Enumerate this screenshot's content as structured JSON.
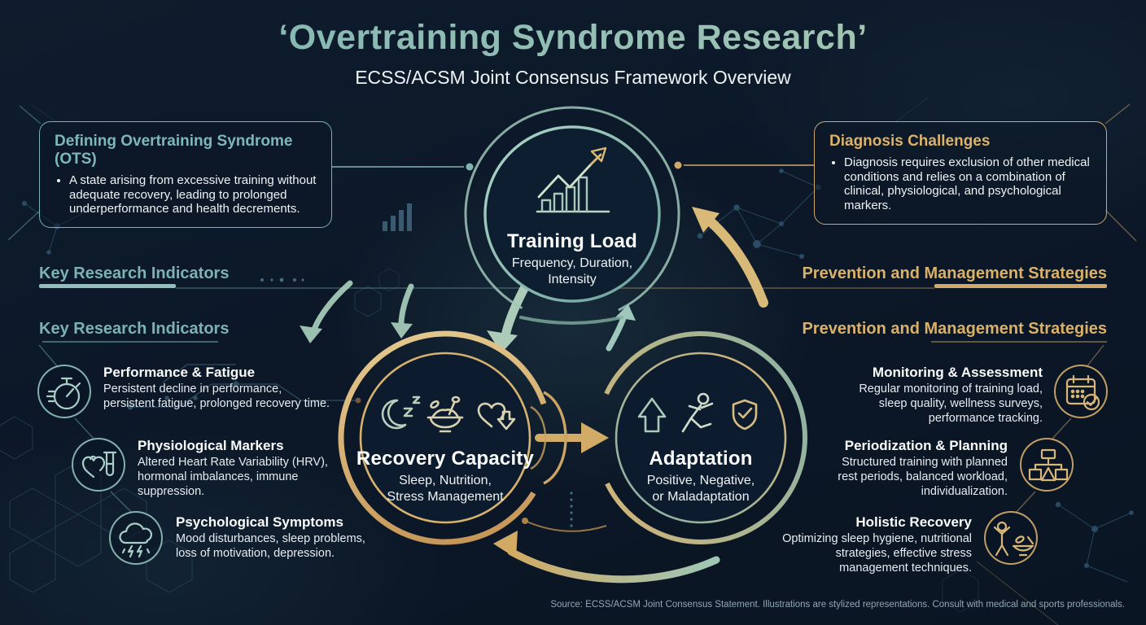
{
  "header": {
    "title": "‘Overtraining Syndrome Research’",
    "subtitle": "ECSS/ACSM Joint Consensus Framework Overview"
  },
  "colors": {
    "background": "#0c1828",
    "teal_accent": "#7cb2b1",
    "gold_accent": "#d9b168",
    "text": "#eef3f5"
  },
  "callouts": {
    "defining": {
      "title": "Defining Overtraining Syndrome (OTS)",
      "bullet": "A state arising from excessive training without adequate recovery, leading to prolonged underperformance and health decrements."
    },
    "diagnosis": {
      "title": "Diagnosis Challenges",
      "bullet": "Diagnosis requires exclusion of other medical conditions and relies on a combination of clinical, physiological, and psychological markers."
    }
  },
  "cycle": [
    {
      "label": "Training Load",
      "sublabel": "Frequency, Duration,\nIntensity",
      "icon": "growth-chart-icon"
    },
    {
      "label": "Recovery Capacity",
      "sublabel": "Sleep, Nutrition,\nStress Management",
      "icon": "sleep-nutrition-stress-icons"
    },
    {
      "label": "Adaptation",
      "sublabel": "Positive, Negative,\nor Maladaptation",
      "icon": "arrow-runner-shield-icons"
    }
  ],
  "left_section": {
    "heading": "Key Research Indicators",
    "items": [
      {
        "title": "Performance & Fatigue",
        "body": "Persistent decline in performance,\npersistent fatigue, prolonged recovery time.",
        "icon": "stopwatch-icon"
      },
      {
        "title": "Physiological Markers",
        "body": "Altered Heart Rate Variability (HRV),\nhormonal imbalances, immune\nsuppression.",
        "icon": "heart-testtube-icon"
      },
      {
        "title": "Psychological Symptoms",
        "body": "Mood disturbances, sleep problems,\nloss of motivation, depression.",
        "icon": "storm-cloud-icon"
      }
    ]
  },
  "right_section": {
    "heading": "Prevention and Management Strategies",
    "items": [
      {
        "title": "Monitoring & Assessment",
        "body": "Regular monitoring of training load,\nsleep quality, wellness surveys,\nperformance tracking.",
        "icon": "calendar-check-icon"
      },
      {
        "title": "Periodization & Planning",
        "body": "Structured training with planned\nrest periods, balanced workload,\nindividualization.",
        "icon": "structure-plan-icon"
      },
      {
        "title": "Holistic Recovery",
        "body": "Optimizing sleep hygiene, nutritional\nstrategies, effective stress\nmanagement techniques.",
        "icon": "wellness-bowl-icon"
      }
    ]
  },
  "footer": {
    "source": "Source: ECSS/ACSM Joint Consensus Statement. Illustrations are stylized representations. Consult with medical and sports professionals."
  }
}
